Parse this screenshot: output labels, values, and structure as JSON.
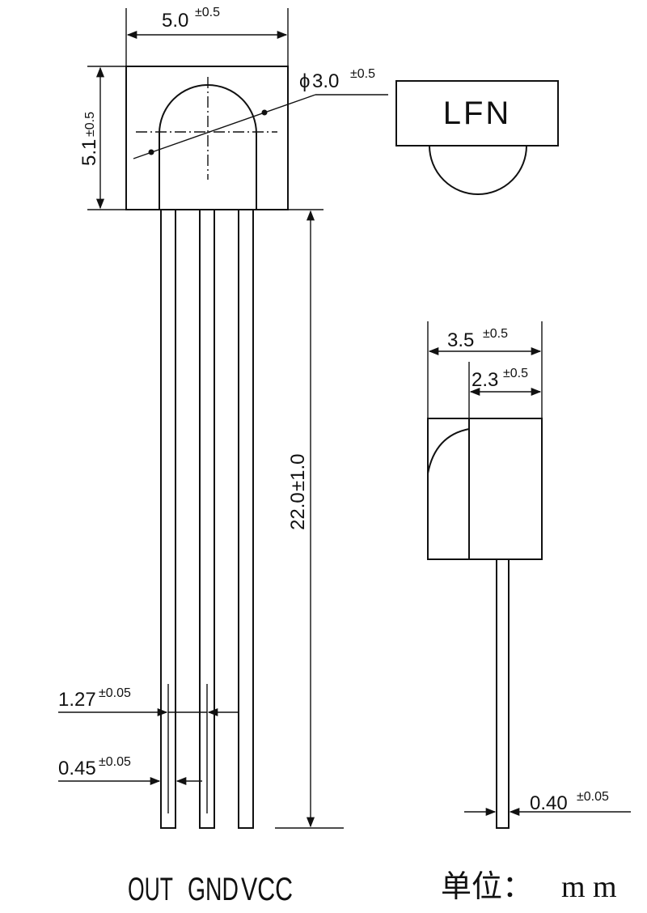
{
  "front_view": {
    "width": {
      "value": "5.0",
      "tolerance": "±0.5"
    },
    "height": {
      "value": "5.1",
      "tolerance": "±0.5"
    },
    "lens_diameter": {
      "symbol": "ϕ",
      "value": "3.0",
      "tolerance": "±0.5"
    },
    "lead_length": {
      "value": "22.0",
      "tolerance": "±1.0"
    },
    "pitch": {
      "value": "1.27",
      "tolerance": "±0.05"
    },
    "lead_width": {
      "value": "0.45",
      "tolerance": "±0.05"
    }
  },
  "top_view": {
    "marking": "LFN"
  },
  "side_view": {
    "depth": {
      "value": "3.5",
      "tolerance": "±0.5"
    },
    "body_depth": {
      "value": "2.3",
      "tolerance": "±0.5"
    },
    "lead_thickness": {
      "value": "0.40",
      "tolerance": "±0.05"
    }
  },
  "pins": [
    "OUT",
    "GND",
    "VCC"
  ],
  "unit": {
    "label": "单位：",
    "value": "m m"
  }
}
